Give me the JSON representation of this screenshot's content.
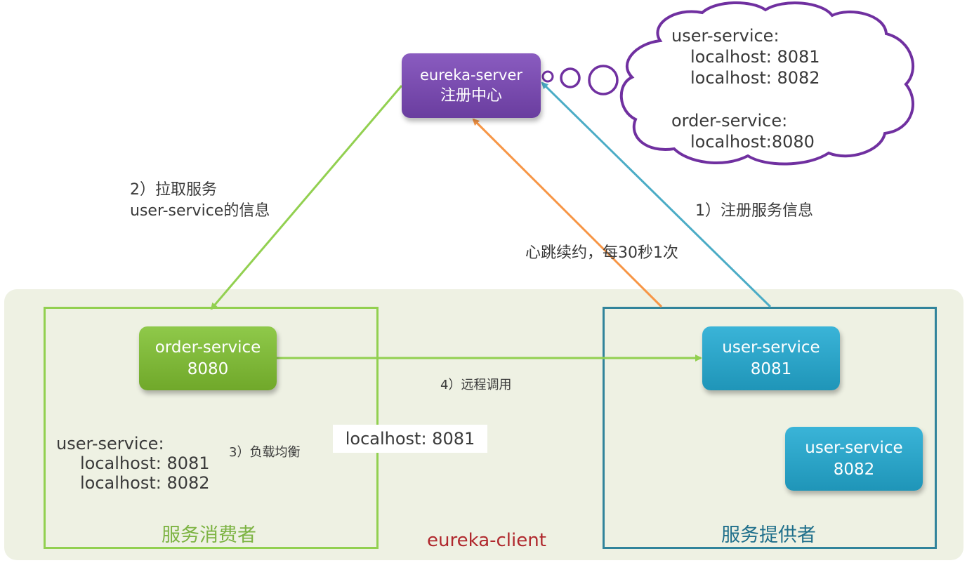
{
  "server": {
    "name": "eureka-server",
    "subtitle": "注册中心"
  },
  "registry_cloud": {
    "lines": [
      "user-service:",
      "localhost: 8081",
      "localhost: 8082",
      "order-service:",
      "localhost:8080"
    ]
  },
  "steps": {
    "pull_line1": "2）拉取服务",
    "pull_line2": "user-service的信息",
    "register": "1）注册服务信息",
    "heartbeat": "心跳续约，每30秒1次",
    "load_balance": "3）负载均衡",
    "remote_call": "4）远程调用"
  },
  "consumer": {
    "title": "服务消费者",
    "node_name": "order-service",
    "node_port": "8080",
    "cache_lines": [
      "user-service:",
      "localhost: 8081",
      "localhost: 8082"
    ]
  },
  "chosen_instance": "localhost: 8081",
  "provider": {
    "title": "服务提供者",
    "nodes": [
      {
        "name": "user-service",
        "port": "8081"
      },
      {
        "name": "user-service",
        "port": "8082"
      }
    ]
  },
  "client_group": "eureka-client",
  "colors": {
    "server": "#6a3d9f",
    "consumer": "#92d050",
    "provider": "#31849b",
    "pull_arrow": "#92d050",
    "register_arrow": "#4bacc6",
    "heartbeat_arrow": "#f79646",
    "call_arrow": "#92d050",
    "client_label": "#b0282d"
  }
}
